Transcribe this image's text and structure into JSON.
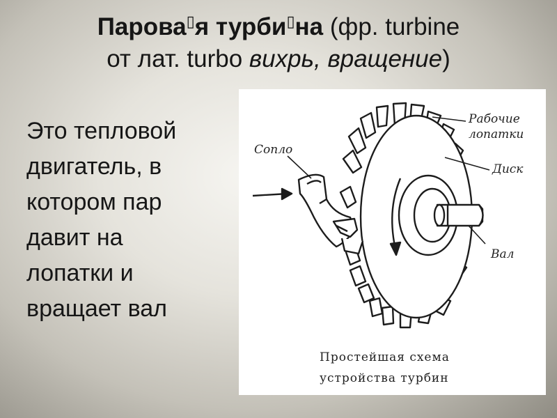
{
  "title": {
    "line1_bold_a": "Парова",
    "line1_bold_b": "я турби",
    "line1_bold_c": "на",
    "line1_rest": " (фр. turbine",
    "line2_prefix": "от лат. turbo ",
    "line2_italic": "вихрь, вращение",
    "line2_suffix": ")"
  },
  "body": {
    "lines": [
      "Это тепловой",
      "двигатель, в",
      "котором пар",
      "давит на",
      "лопатки и",
      "вращает вал"
    ]
  },
  "figure": {
    "labels": {
      "nozzle": "Сопло",
      "blades_1": "Рабочие",
      "blades_2": "лопатки",
      "disk": "Диск",
      "shaft": "Вал"
    },
    "caption": {
      "line1": "Простейшая схема",
      "line2": "устройства турбин"
    }
  }
}
